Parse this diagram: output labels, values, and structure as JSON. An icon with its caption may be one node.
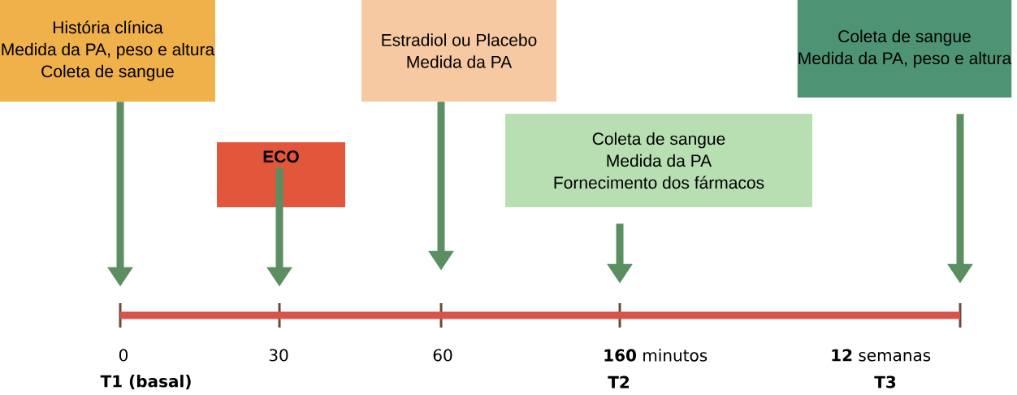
{
  "diagram": {
    "nodes": [
      {
        "text": [
          "História clínica",
          "Medida da PA, peso e altura",
          "Coleta de sangue"
        ]
      },
      {
        "text": [
          "ECO"
        ]
      },
      {
        "text": [
          "Estradiol ou Placebo",
          "Medida da PA"
        ]
      },
      {
        "text": [
          "Coleta de sangue",
          "Medida da PA",
          "Fornecimento dos fármacos"
        ]
      },
      {
        "text": [
          "Coleta de sangue",
          "Medida da PA, peso e altura"
        ]
      },
      {
        "text": [],
        "shape": "bar",
        "beside": [
          "0",
          "T1 (basal)"
        ]
      },
      {
        "text": [],
        "shape": "bar",
        "beside": [
          "30"
        ]
      },
      {
        "text": [],
        "shape": "bar",
        "beside": [
          "60"
        ]
      },
      {
        "text": [],
        "shape": "bar",
        "beside": [
          "**160** minutos",
          "T2"
        ]
      },
      {
        "text": [],
        "shape": "bar",
        "beside": [
          "**12** semanas",
          "T3"
        ]
      }
    ],
    "edges": [
      {
        "from": 0,
        "to": 5,
        "arrow": "to"
      },
      {
        "from": 1,
        "to": 6,
        "arrow": "to"
      },
      {
        "from": 2,
        "to": 7,
        "arrow": "to"
      },
      {
        "from": 3,
        "to": 8,
        "arrow": "to"
      },
      {
        "from": 4,
        "to": 9,
        "arrow": "to"
      },
      {
        "from": 5,
        "to": 6,
        "arrow": "none",
        "color": "#d9534a"
      },
      {
        "from": 6,
        "to": 7,
        "arrow": "none",
        "color": "#d9534a"
      },
      {
        "from": 7,
        "to": 8,
        "arrow": "none",
        "color": "#d9534a"
      },
      {
        "from": 8,
        "to": 9,
        "arrow": "none",
        "color": "#d9534a"
      }
    ]
  }
}
